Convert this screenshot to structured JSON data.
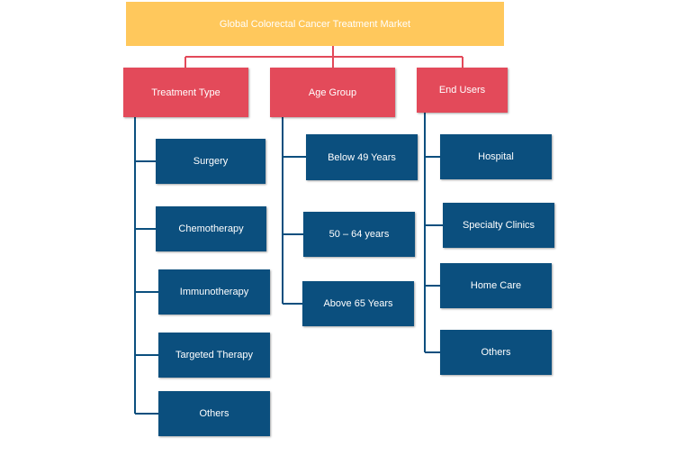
{
  "root": {
    "label": "Global Colorectal Cancer Treatment Market"
  },
  "categories": [
    {
      "label": "Treatment Type",
      "items": [
        "Surgery",
        "Chemotherapy",
        "Immunotherapy",
        "Targeted Therapy",
        "Others"
      ]
    },
    {
      "label": "Age Group",
      "items": [
        "Below 49 Years",
        "50 – 64 years",
        "Above 65 Years"
      ]
    },
    {
      "label": "End Users",
      "items": [
        "Hospital",
        "Specialty Clinics",
        "Home Care",
        "Others"
      ]
    }
  ],
  "colors": {
    "root": "#FFC85C",
    "category": "#E34A5A",
    "connector_top": "#E34A5A",
    "leaf": "#0B4F7E",
    "connector_leaf": "#0B4F7E"
  }
}
